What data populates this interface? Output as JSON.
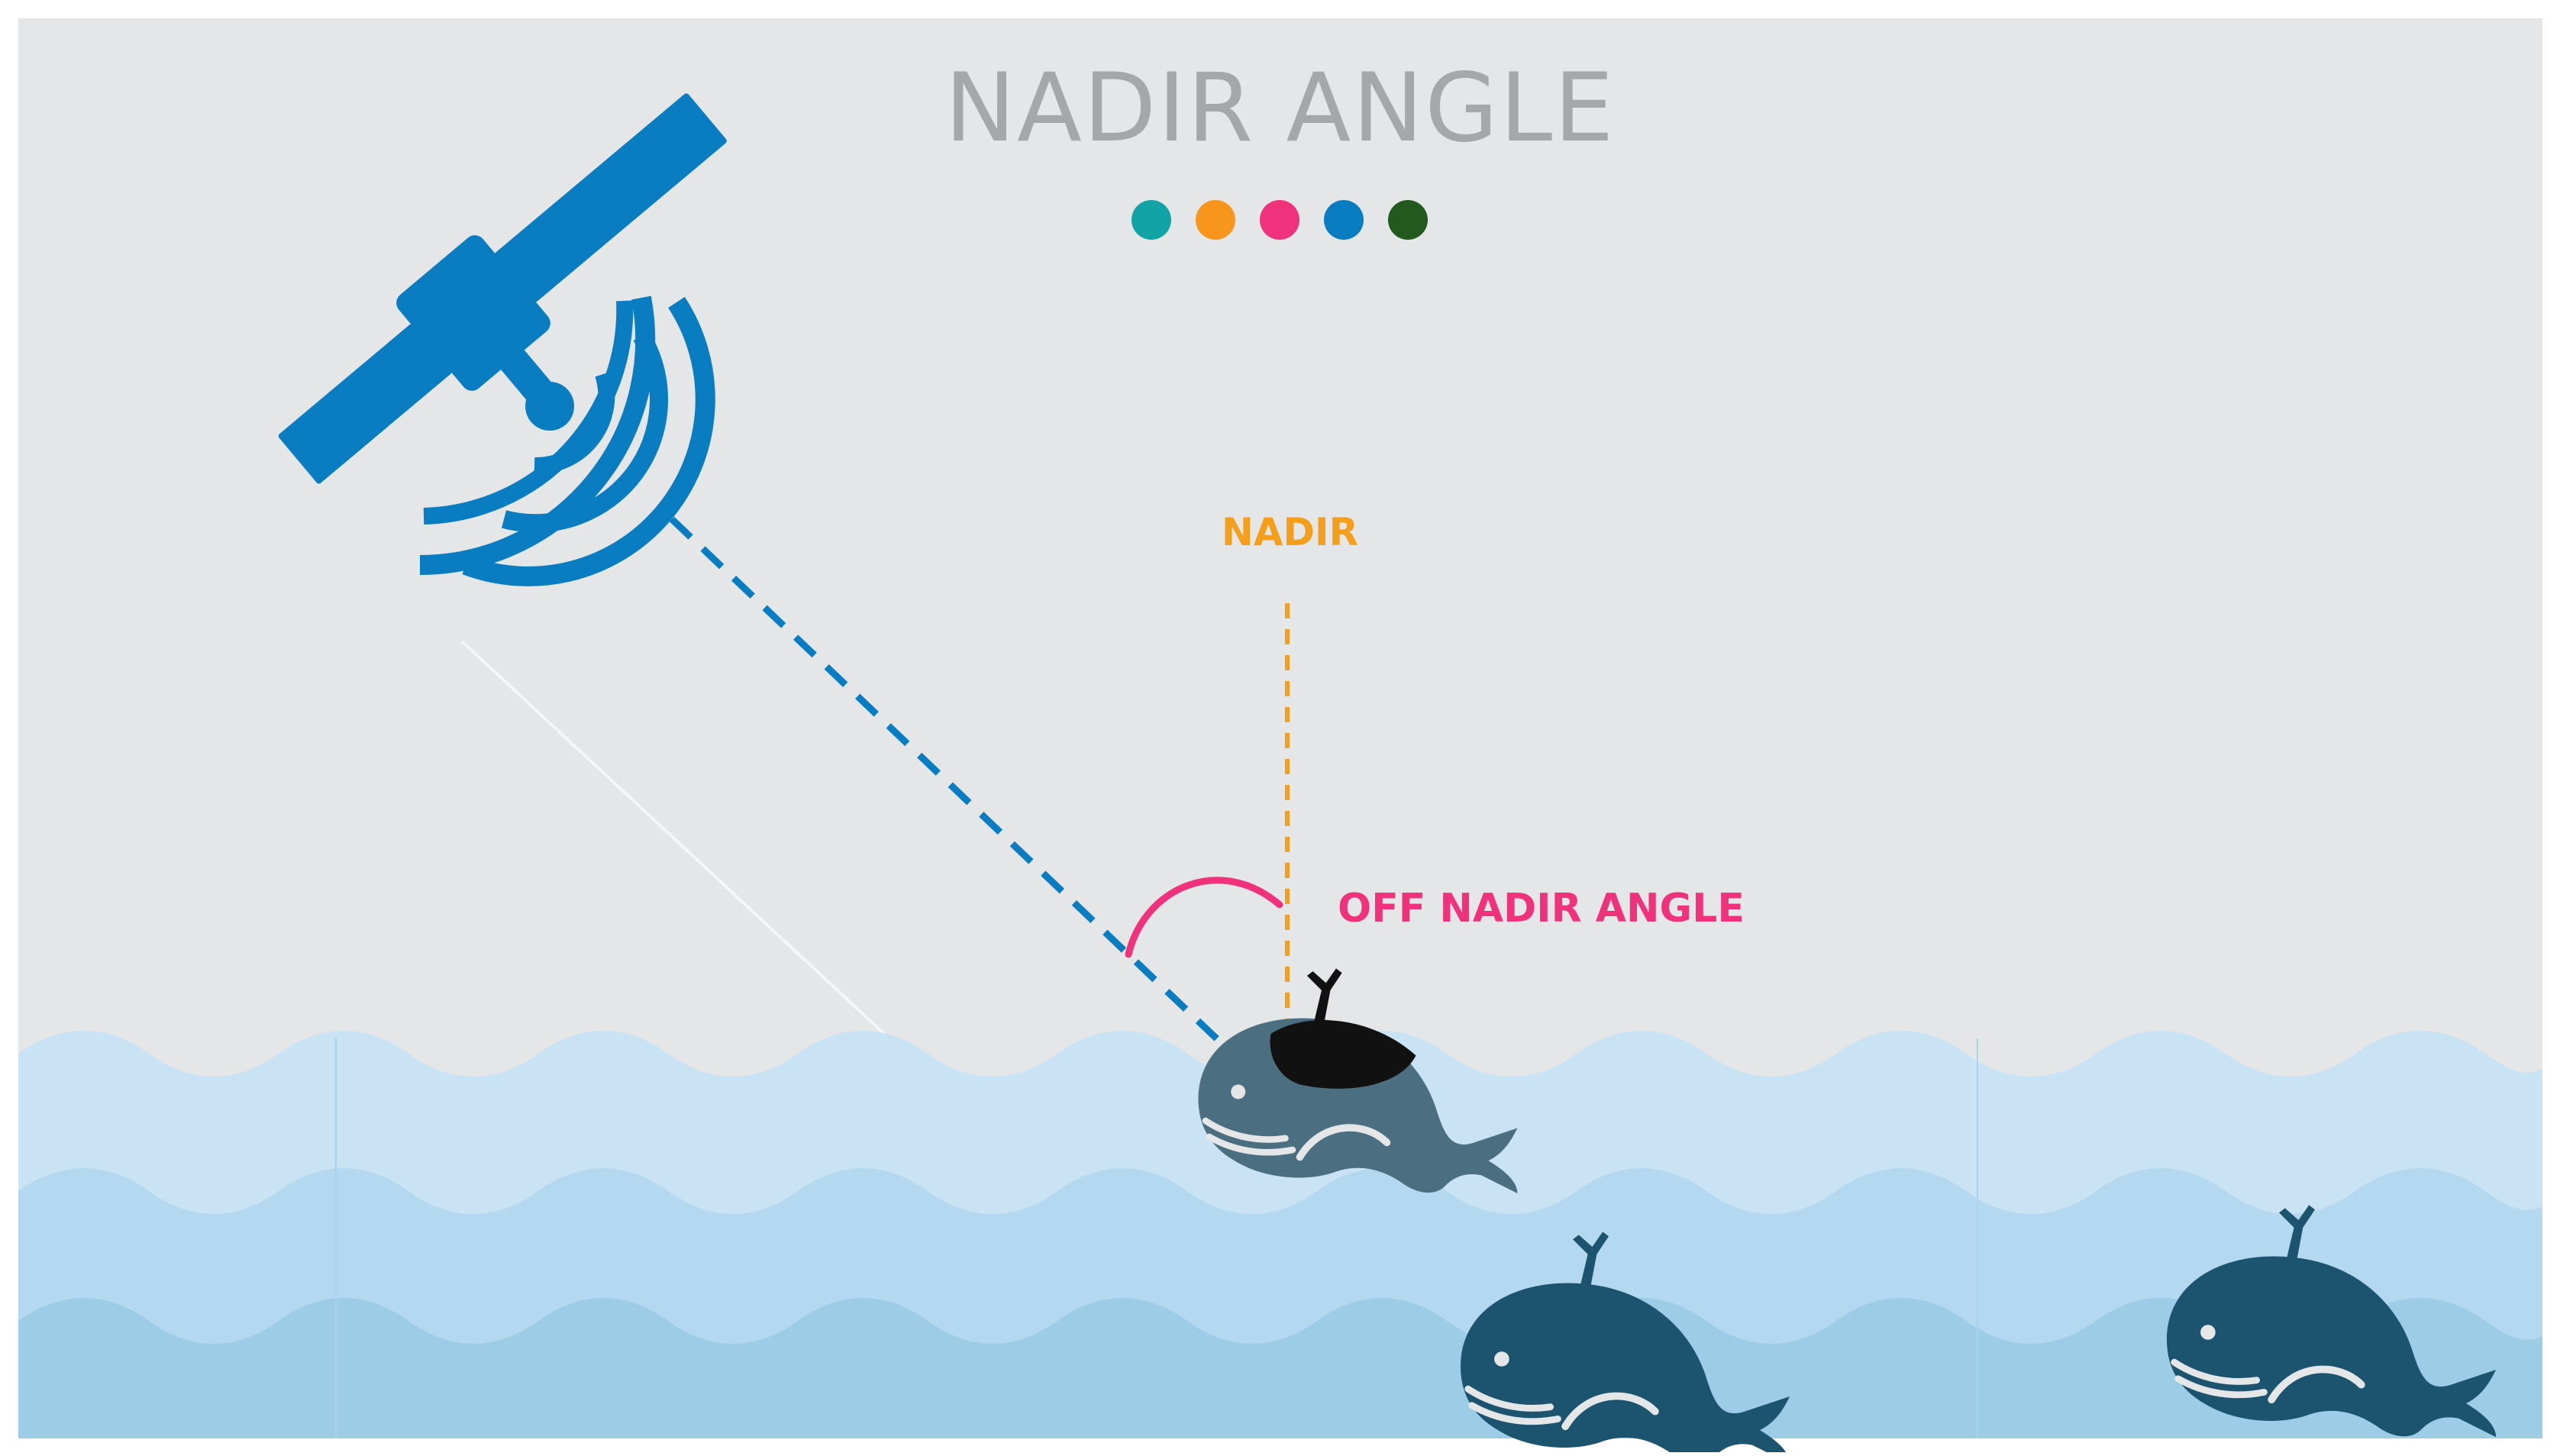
{
  "title": "NADIR ANGLE",
  "labels": {
    "nadir": "NADIR",
    "off_nadir_angle": "OFF NADIR ANGLE"
  },
  "colors": {
    "background": "#e4e6e8",
    "title": "#a6a7a9",
    "satellite": "#0a7cc1",
    "nadir": "#f59e1c",
    "off_nadir": "#f0317c",
    "dot_teal": "#12a3a6",
    "dot_orange": "#f7951d",
    "dot_pink": "#f0317c",
    "dot_blue": "#0a7cc1",
    "dot_green": "#23591f",
    "wave_light": "#c9e3f4",
    "wave_mid": "#b4d8ef",
    "wave_deep": "#9dcde6",
    "whale": "#1c5470",
    "whale_target": "#111111"
  },
  "icons": [
    "satellite-icon",
    "signal-waves-icon",
    "whale-icon"
  ]
}
